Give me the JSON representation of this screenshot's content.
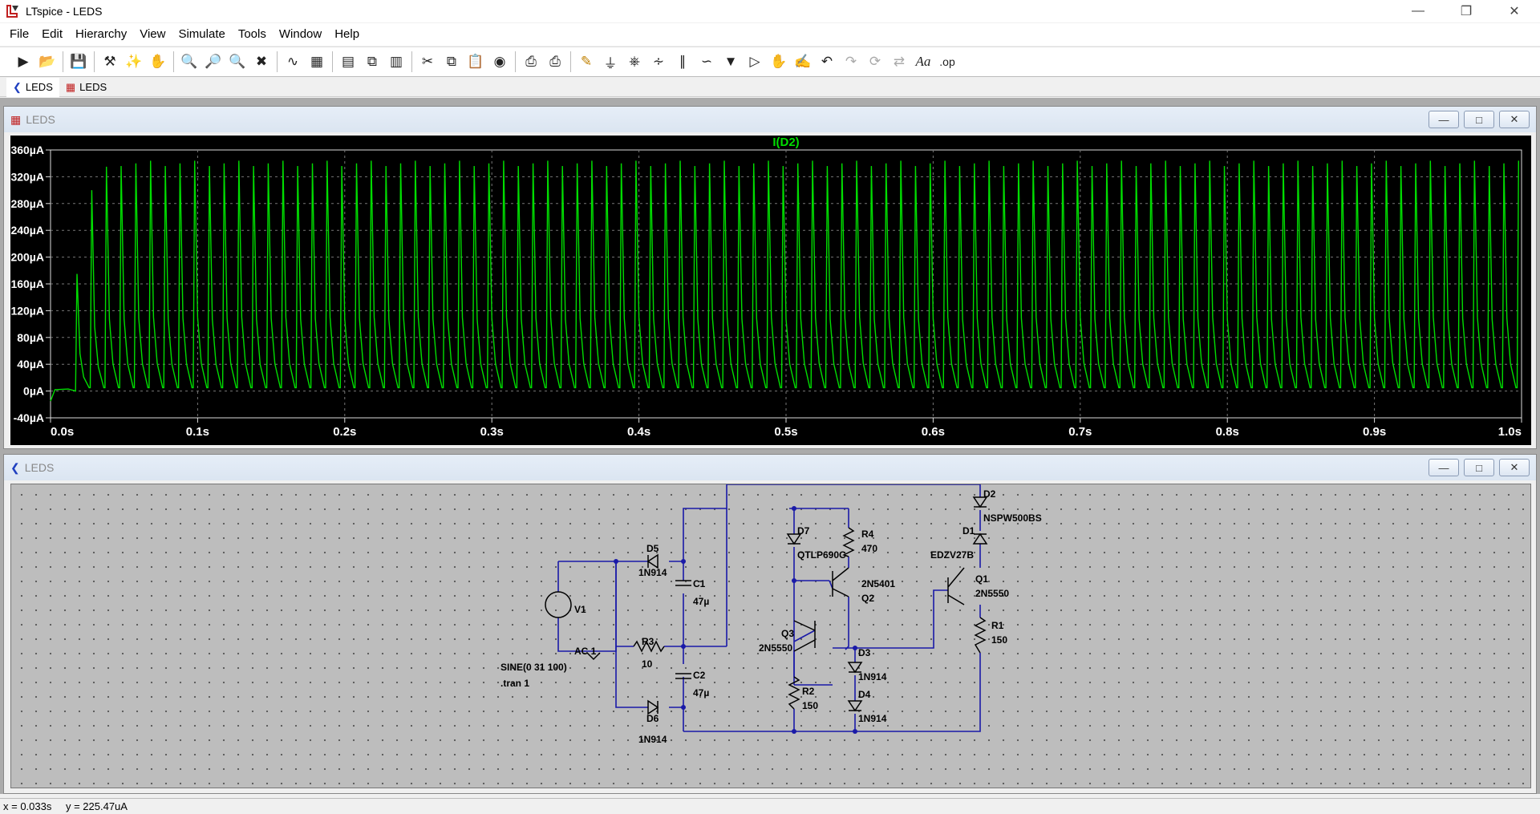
{
  "app": {
    "title": "LTspice - LEDS"
  },
  "menu": [
    "File",
    "Edit",
    "Hierarchy",
    "View",
    "Simulate",
    "Tools",
    "Window",
    "Help"
  ],
  "toolbar": {
    "icons": [
      "run-icon",
      "open-icon",
      "save-icon",
      "control-panel-icon",
      "halt-icon",
      "pan-icon",
      "zoom-in-icon",
      "zoom-area-icon",
      "zoom-out-icon",
      "zoom-fit-icon",
      "autorange-icon",
      "mark-icon",
      "tile-horizontal-icon",
      "cascade-icon",
      "tile-vertical-icon",
      "cut-icon",
      "copy-icon",
      "paste-icon",
      "find-icon",
      "print-icon",
      "print-setup-icon",
      "wire-icon",
      "ground-icon",
      "label-net-icon",
      "resistor-icon",
      "capacitor-icon",
      "inductor-icon",
      "diode-icon",
      "component-icon",
      "move-icon",
      "drag-icon",
      "undo-icon",
      "redo-icon",
      "rotate-icon",
      "mirror-icon",
      "text-icon",
      "spice-directive-icon"
    ]
  },
  "tabs": [
    {
      "label": "LEDS",
      "icon": "schematic-icon",
      "active": true
    },
    {
      "label": "LEDS",
      "icon": "waveform-icon",
      "active": false
    }
  ],
  "waveform_window": {
    "title": "LEDS",
    "trace_name": "I(D2)",
    "trace_color": "#00dd00"
  },
  "schematic_window": {
    "title": "LEDS"
  },
  "chart_data": {
    "type": "line",
    "title": "I(D2)",
    "xlabel": "",
    "ylabel": "",
    "xlim": [
      0,
      1.0
    ],
    "ylim": [
      -40,
      360
    ],
    "x_ticks": [
      "0.0s",
      "0.1s",
      "0.2s",
      "0.3s",
      "0.4s",
      "0.5s",
      "0.6s",
      "0.7s",
      "0.8s",
      "0.9s",
      "1.0s"
    ],
    "y_ticks": [
      "-40µA",
      "0µA",
      "40µA",
      "80µA",
      "120µA",
      "160µA",
      "200µA",
      "240µA",
      "280µA",
      "320µA",
      "360µA"
    ],
    "grid": true,
    "series": [
      {
        "name": "I(D2)",
        "color": "#00dd00",
        "period_s": 0.01,
        "pulse_start_s": 0.017,
        "peak_uA": 340,
        "trough_uA": 5,
        "first_peaks_uA": [
          175,
          300,
          335
        ]
      }
    ]
  },
  "schematic": {
    "components": [
      {
        "ref": "V1",
        "value": "AC 1"
      },
      {
        "ref": "D5",
        "value": "1N914"
      },
      {
        "ref": "D6",
        "value": "1N914"
      },
      {
        "ref": "C1",
        "value": "47µ"
      },
      {
        "ref": "C2",
        "value": "47µ"
      },
      {
        "ref": "R3",
        "value": "10"
      },
      {
        "ref": "D7",
        "value": "QTLP690C"
      },
      {
        "ref": "R4",
        "value": "470"
      },
      {
        "ref": "Q2",
        "value": "2N5401"
      },
      {
        "ref": "Q3",
        "value": "2N5550"
      },
      {
        "ref": "R2",
        "value": "150"
      },
      {
        "ref": "D3",
        "value": "1N914"
      },
      {
        "ref": "D4",
        "value": "1N914"
      },
      {
        "ref": "D2",
        "value": "NSPW500BS"
      },
      {
        "ref": "D1",
        "value": "EDZV27B"
      },
      {
        "ref": "Q1",
        "value": "2N5550"
      },
      {
        "ref": "R1",
        "value": "150"
      }
    ],
    "source_spec": "SINE(0 31 100)",
    "directive": ".tran 1"
  },
  "status": {
    "x": "x = 0.033s",
    "y": "y = 225.47uA"
  }
}
